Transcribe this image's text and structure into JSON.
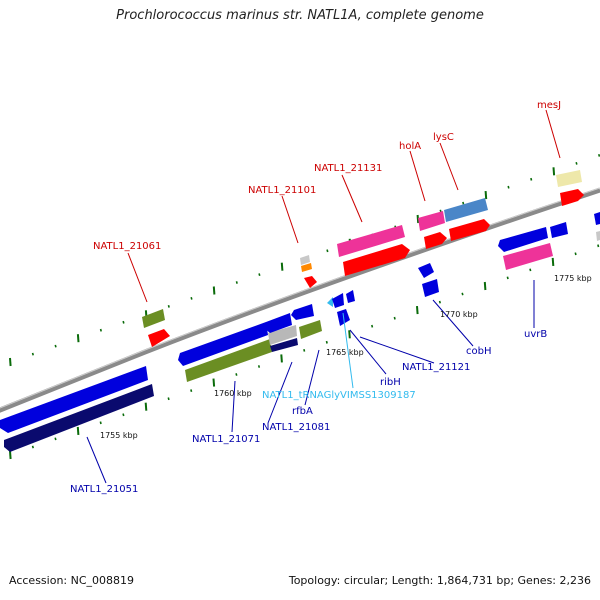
{
  "title": "Prochlorococcus marinus str. NATL1A, complete genome",
  "footer": {
    "accession": "Accession: NC_008819",
    "summary": "Topology: circular; Length: 1,864,731 bp; Genes: 2,236"
  },
  "ticks": [
    "1755 kbp",
    "1760 kbp",
    "1765 kbp",
    "1770 kbp",
    "1775 kbp"
  ],
  "labels": {
    "NATL1_21061": "NATL1_21061",
    "NATL1_21101": "NATL1_21101",
    "NATL1_21131": "NATL1_21131",
    "holA": "holA",
    "lysC": "lysC",
    "mesJ": "mesJ",
    "NATL1_21051": "NATL1_21051",
    "NATL1_21071": "NATL1_21071",
    "NATL1_21081": "NATL1_21081",
    "rfbA": "rfbA",
    "tRNA": "NATL1_tRNAGlyVIMSS1309187",
    "ribH": "ribH",
    "NATL1_21121": "NATL1_21121",
    "cobH": "cobH",
    "uvrB": "uvrB"
  },
  "colors": {
    "forward_label": "#cc0000",
    "reverse_label": "#0000aa",
    "trna_label": "#33bbee",
    "red_gene": "#ff0000",
    "pink_gene": "#ee3399",
    "blue_gene": "#0000dd",
    "navy_gene": "#0a0a6e",
    "olive_gene": "#6b8e23",
    "steel_gene": "#4a86c8",
    "yellow_gene": "#eee8aa",
    "gray_gene": "#b8b8b8",
    "orange_gene": "#ff8800",
    "backbone": "#8a8a8a",
    "gc_dot": "#0a6b0a"
  }
}
